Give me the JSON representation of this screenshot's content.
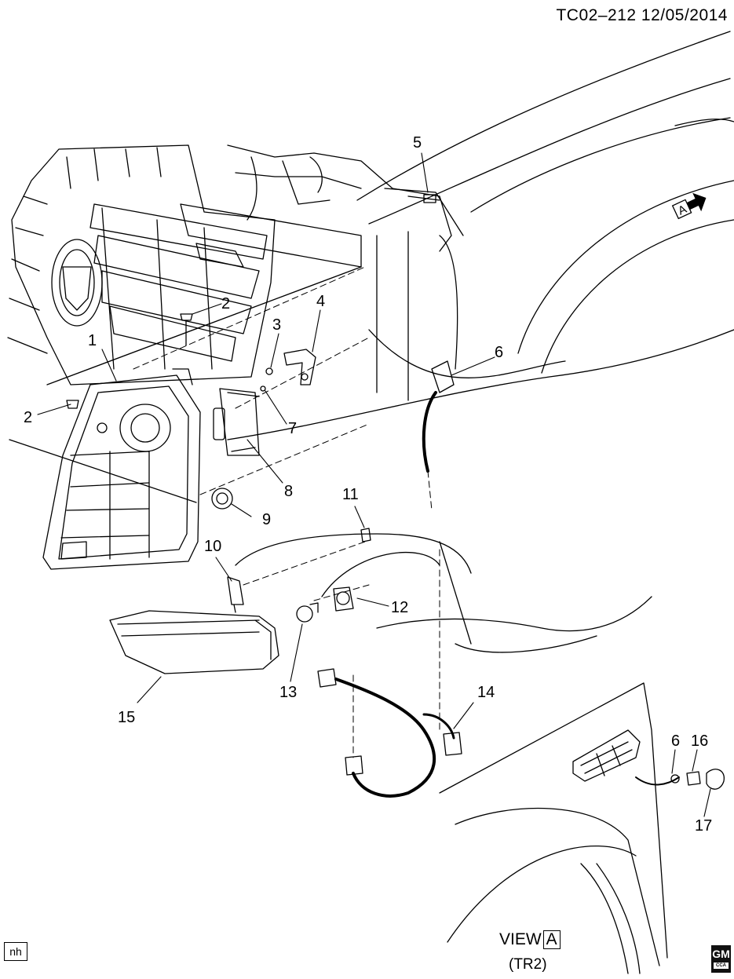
{
  "header": {
    "code": "TC02–212  12/05/2014"
  },
  "view_label": {
    "prefix": "VIEW",
    "letter": "A"
  },
  "variant": "(TR2)",
  "corner_tag": "nh",
  "logo": {
    "text": "GM",
    "sub": "CCA"
  },
  "view_arrow_letter": "A",
  "callouts": [
    "1",
    "2",
    "2",
    "3",
    "4",
    "5",
    "6",
    "7",
    "8",
    "9",
    "10",
    "11",
    "12",
    "13",
    "14",
    "15",
    "6",
    "16",
    "17"
  ]
}
